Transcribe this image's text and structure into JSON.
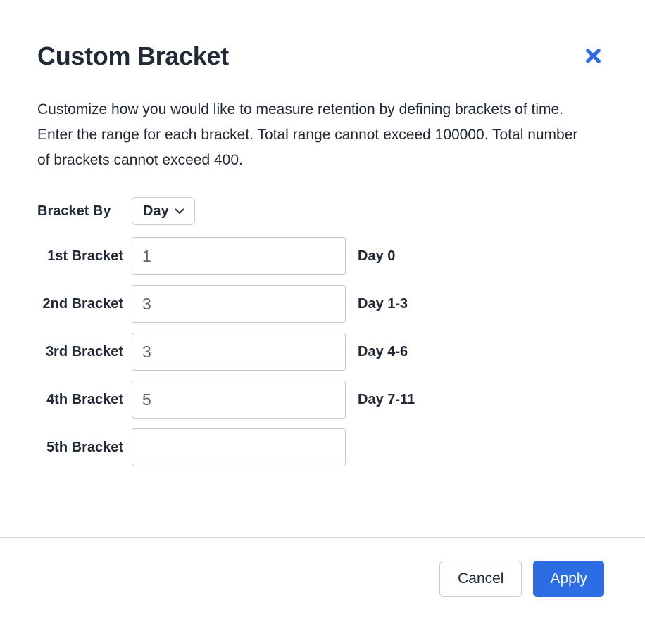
{
  "modal": {
    "title": "Custom Bracket",
    "description": "Customize how you would like to measure retention by defining brackets of time. Enter the range for each bracket. Total range cannot exceed 100000. Total number of brackets cannot exceed 400.",
    "bracket_by": {
      "label": "Bracket By",
      "selected": "Day"
    },
    "rows": [
      {
        "label": "1st Bracket",
        "value": "1",
        "range": "Day 0"
      },
      {
        "label": "2nd Bracket",
        "value": "3",
        "range": "Day 1-3"
      },
      {
        "label": "3rd Bracket",
        "value": "3",
        "range": "Day 4-6"
      },
      {
        "label": "4th Bracket",
        "value": "5",
        "range": "Day 7-11"
      },
      {
        "label": "5th Bracket",
        "value": "",
        "range": ""
      }
    ],
    "footer": {
      "cancel_label": "Cancel",
      "apply_label": "Apply"
    },
    "colors": {
      "accent_blue": "#2c6de3",
      "text_dark": "#212836",
      "input_value_gray": "#5e6570",
      "input_border": "#c5c9ce",
      "divider": "#d4d4d8"
    }
  }
}
